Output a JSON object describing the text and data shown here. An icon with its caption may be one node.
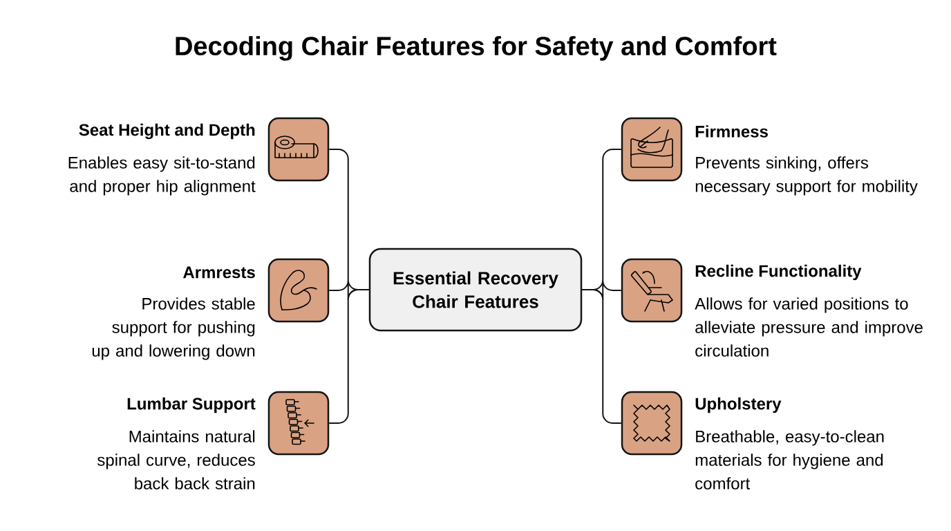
{
  "diagram": {
    "title": "Decoding Chair Features for Safety and Comfort",
    "nodes": [
      {
        "text": [
          "Seat Height and Depth",
          "Enables easy sit-to-stand and proper hip alignment"
        ]
      },
      {
        "text": [
          "Firmness",
          "Prevents sinking, offers necessary support for mobility"
        ]
      },
      {
        "text": [
          "Armrests",
          "Provides stable support for pushing up and lowering down"
        ]
      },
      {
        "text": [
          "Essential Recovery Chair Features"
        ]
      },
      {
        "text": [
          "Recline Functionality",
          "Allows for varied positions to alleviate pressure and improve circulation"
        ]
      },
      {
        "text": [
          "Lumbar Support",
          "Maintains natural spinal curve, reduces back back strain"
        ]
      },
      {
        "text": [
          "Upholstery",
          "Breathable, easy-to-clean materials for hygiene and comfort"
        ]
      }
    ],
    "edges": [
      {
        "from": 3,
        "to": 0,
        "arrow": "none"
      },
      {
        "from": 3,
        "to": 1,
        "arrow": "none"
      },
      {
        "from": 3,
        "to": 2,
        "arrow": "none"
      },
      {
        "from": 3,
        "to": 4,
        "arrow": "none"
      },
      {
        "from": 3,
        "to": 5,
        "arrow": "none"
      },
      {
        "from": 3,
        "to": 6,
        "arrow": "none"
      }
    ]
  }
}
